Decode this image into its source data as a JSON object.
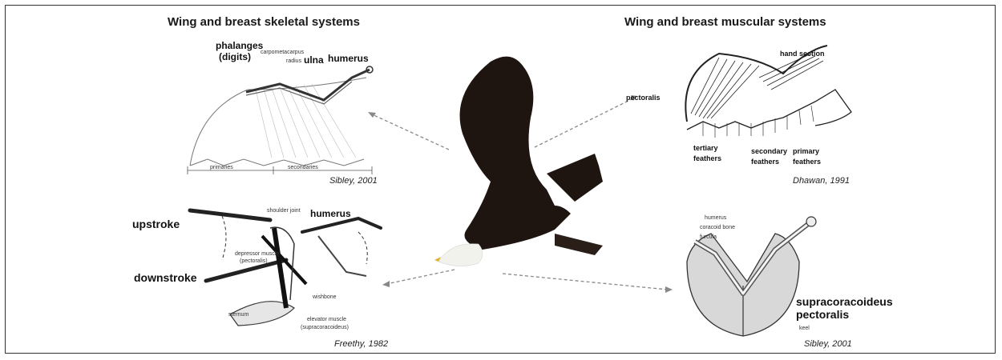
{
  "titles": {
    "skeletal": "Wing and breast skeletal systems",
    "muscular": "Wing and breast muscular systems"
  },
  "skeletal_wing": {
    "labels": {
      "phalanges": "phalanges",
      "digits": "(digits)",
      "carpometacarpus": "carpometacarpus",
      "radius": "radius",
      "ulna": "ulna",
      "humerus": "humerus",
      "primaries": "primaries",
      "secondaries": "secondaries"
    },
    "citation": "Sibley, 2001"
  },
  "stroke_diagram": {
    "labels": {
      "shoulder_joint": "shoulder joint",
      "humerus": "humerus",
      "upstroke": "upstroke",
      "downstroke": "downstroke",
      "depressor_muscle": "depressor muscle",
      "pectoralis": "(pectoralis)",
      "wishbone": "wishbone",
      "sternum": "sternum",
      "elevator_muscle": "elevator muscle",
      "supracoracoideus": "(supracoracoideus)"
    },
    "citation": "Freethy, 1982"
  },
  "muscle_wing": {
    "labels": {
      "hand_section": "hand section",
      "pectoralis": "pectoralis",
      "tertiary_feathers": "tertiary\nfeathers",
      "secondary_feathers": "secondary\nfeathers",
      "primary_feathers": "primary\nfeathers"
    },
    "citation": "Dhawan, 1991"
  },
  "breast_muscle": {
    "labels": {
      "humerus": "humerus",
      "coracoid_bone": "coracoid bone",
      "furcula": "furcula",
      "supracoracoideus": "supracoracoideus",
      "pectoralis": "pectoralis",
      "keel": "keel"
    },
    "citation": "Sibley, 2001"
  },
  "colors": {
    "eagle_body": "#1e1410",
    "eagle_head": "#f2f2ec",
    "beak": "#e0b030",
    "arrow": "#888888",
    "breast_muscle": "#d8d8d8"
  }
}
